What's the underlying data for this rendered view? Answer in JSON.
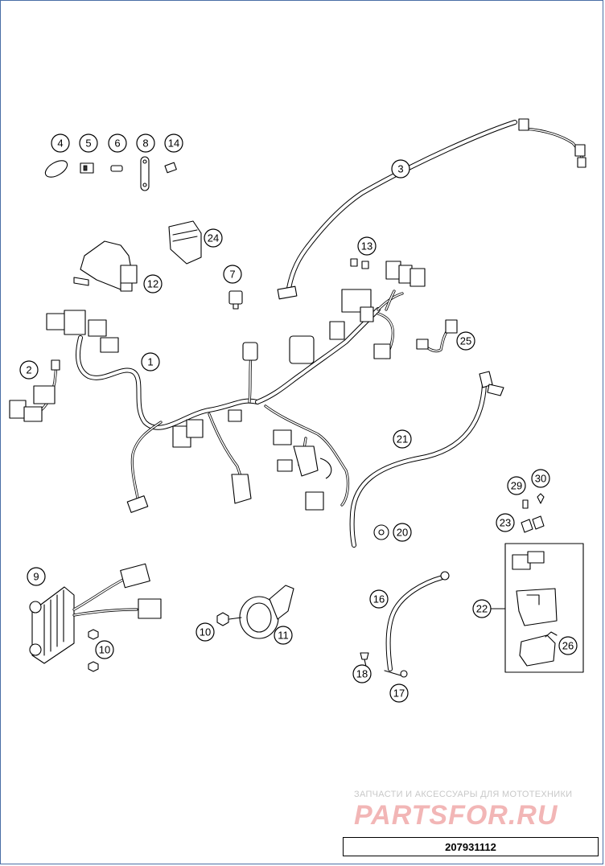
{
  "callouts": {
    "c1": "1",
    "c2": "2",
    "c3": "3",
    "c4": "4",
    "c5": "5",
    "c6": "6",
    "c7": "7",
    "c8": "8",
    "c9": "9",
    "c10a": "10",
    "c10b": "10",
    "c11": "11",
    "c12": "12",
    "c13": "13",
    "c14": "14",
    "c16": "16",
    "c17": "17",
    "c18": "18",
    "c20": "20",
    "c21": "21",
    "c22": "22",
    "c23": "23",
    "c24": "24",
    "c25": "25",
    "c26": "26",
    "c29": "29",
    "c30": "30"
  },
  "watermark": {
    "tagline": "ЗАПЧАСТИ И АКСЕССУАРЫ ДЛЯ МОТОТЕХНИКИ",
    "brand": "PARTSFOR.RU"
  },
  "diagram_code": "207931112",
  "colors": {
    "watermark_brand": "#f2b6b6",
    "frame": "#4a6fa5"
  }
}
